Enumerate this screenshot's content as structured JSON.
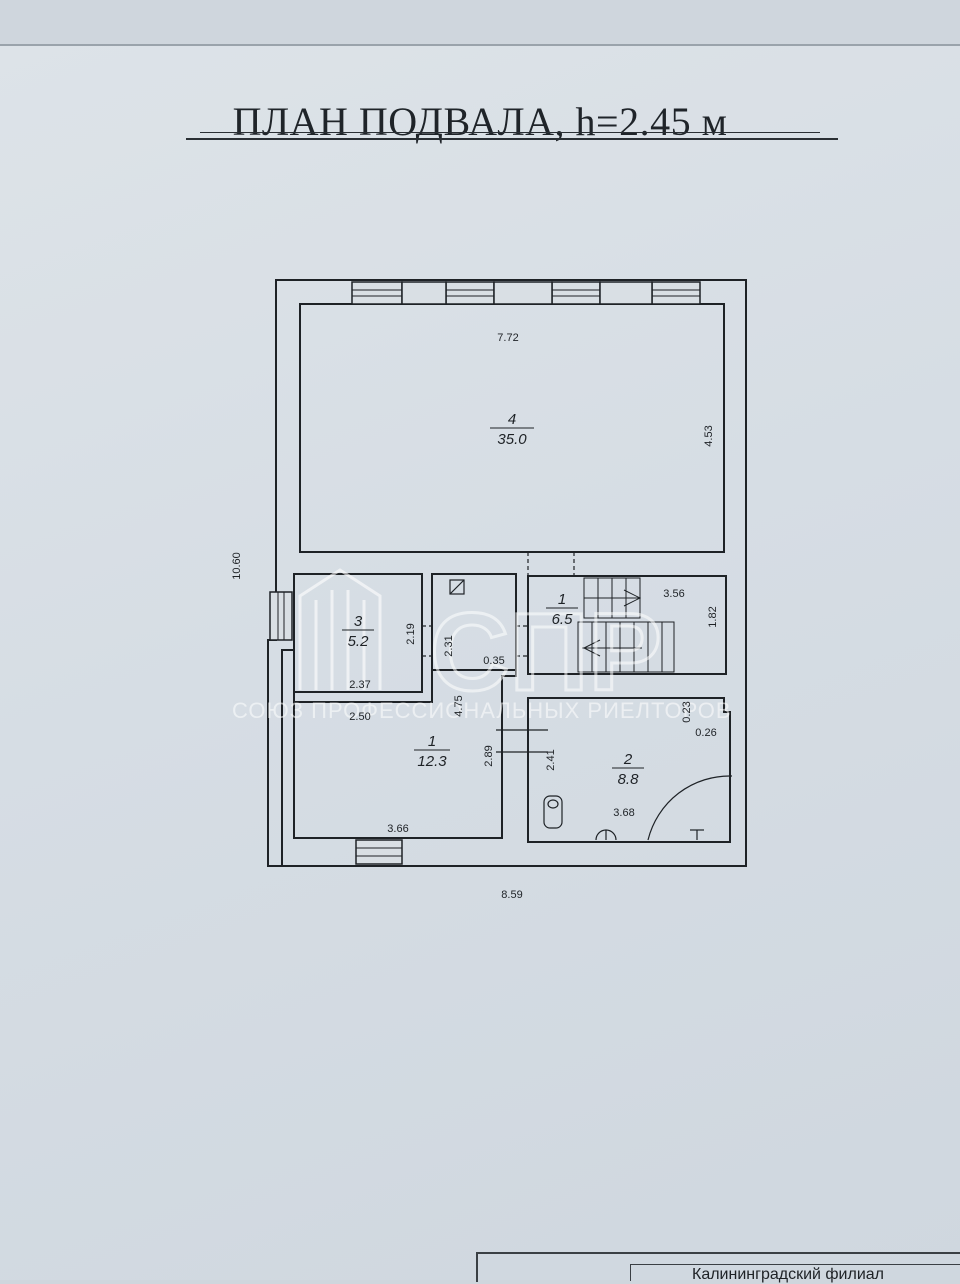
{
  "title": "ПЛАН ПОДВАЛА, h=2.45 м",
  "rooms": {
    "room4": {
      "number": "4",
      "area": "35.0"
    },
    "room3": {
      "number": "3",
      "area": "5.2"
    },
    "room1_stair": {
      "number": "1",
      "area": "6.5"
    },
    "room1_main": {
      "number": "1",
      "area": "12.3"
    },
    "room2": {
      "number": "2",
      "area": "8.8"
    }
  },
  "dimensions": {
    "top_width": "7.72",
    "room4_height": "4.53",
    "overall_height": "10.60",
    "stair_width": "3.56",
    "stair_height": "1.82",
    "room3_height": "2.19",
    "room3_width": "2.37",
    "closet_height": "2.31",
    "closet_gap": "0.35",
    "corridor_width": "2.50",
    "corridor_length": "4.75",
    "room1_height": "2.89",
    "room1_width": "3.66",
    "room2_height": "2.41",
    "room2_width": "3.68",
    "wall_a": "0.23",
    "wall_b": "0.26",
    "overall_width": "8.59"
  },
  "watermark": {
    "logo": "СПР",
    "text": "СОЮЗ ПРОФЕССИОНАЛЬНЫХ РИЕЛТОРОВ"
  },
  "title_block": {
    "text": "Калининградский филиал"
  }
}
